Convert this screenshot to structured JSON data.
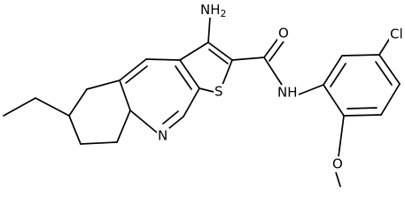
{
  "molecule": {
    "atom_labels": {
      "amine": "NH2",
      "amine_main": "NH",
      "amine_sub": "2",
      "carbonyl_oxygen": "O",
      "amide_nitrogen": "NH",
      "chlorine": "Cl",
      "thiophene_sulfur": "S",
      "pyridine_nitrogen": "N",
      "methoxy_oxygen": "O"
    },
    "colors": {
      "bond": "#000000",
      "label": "#000000",
      "background": "#ffffff"
    }
  }
}
